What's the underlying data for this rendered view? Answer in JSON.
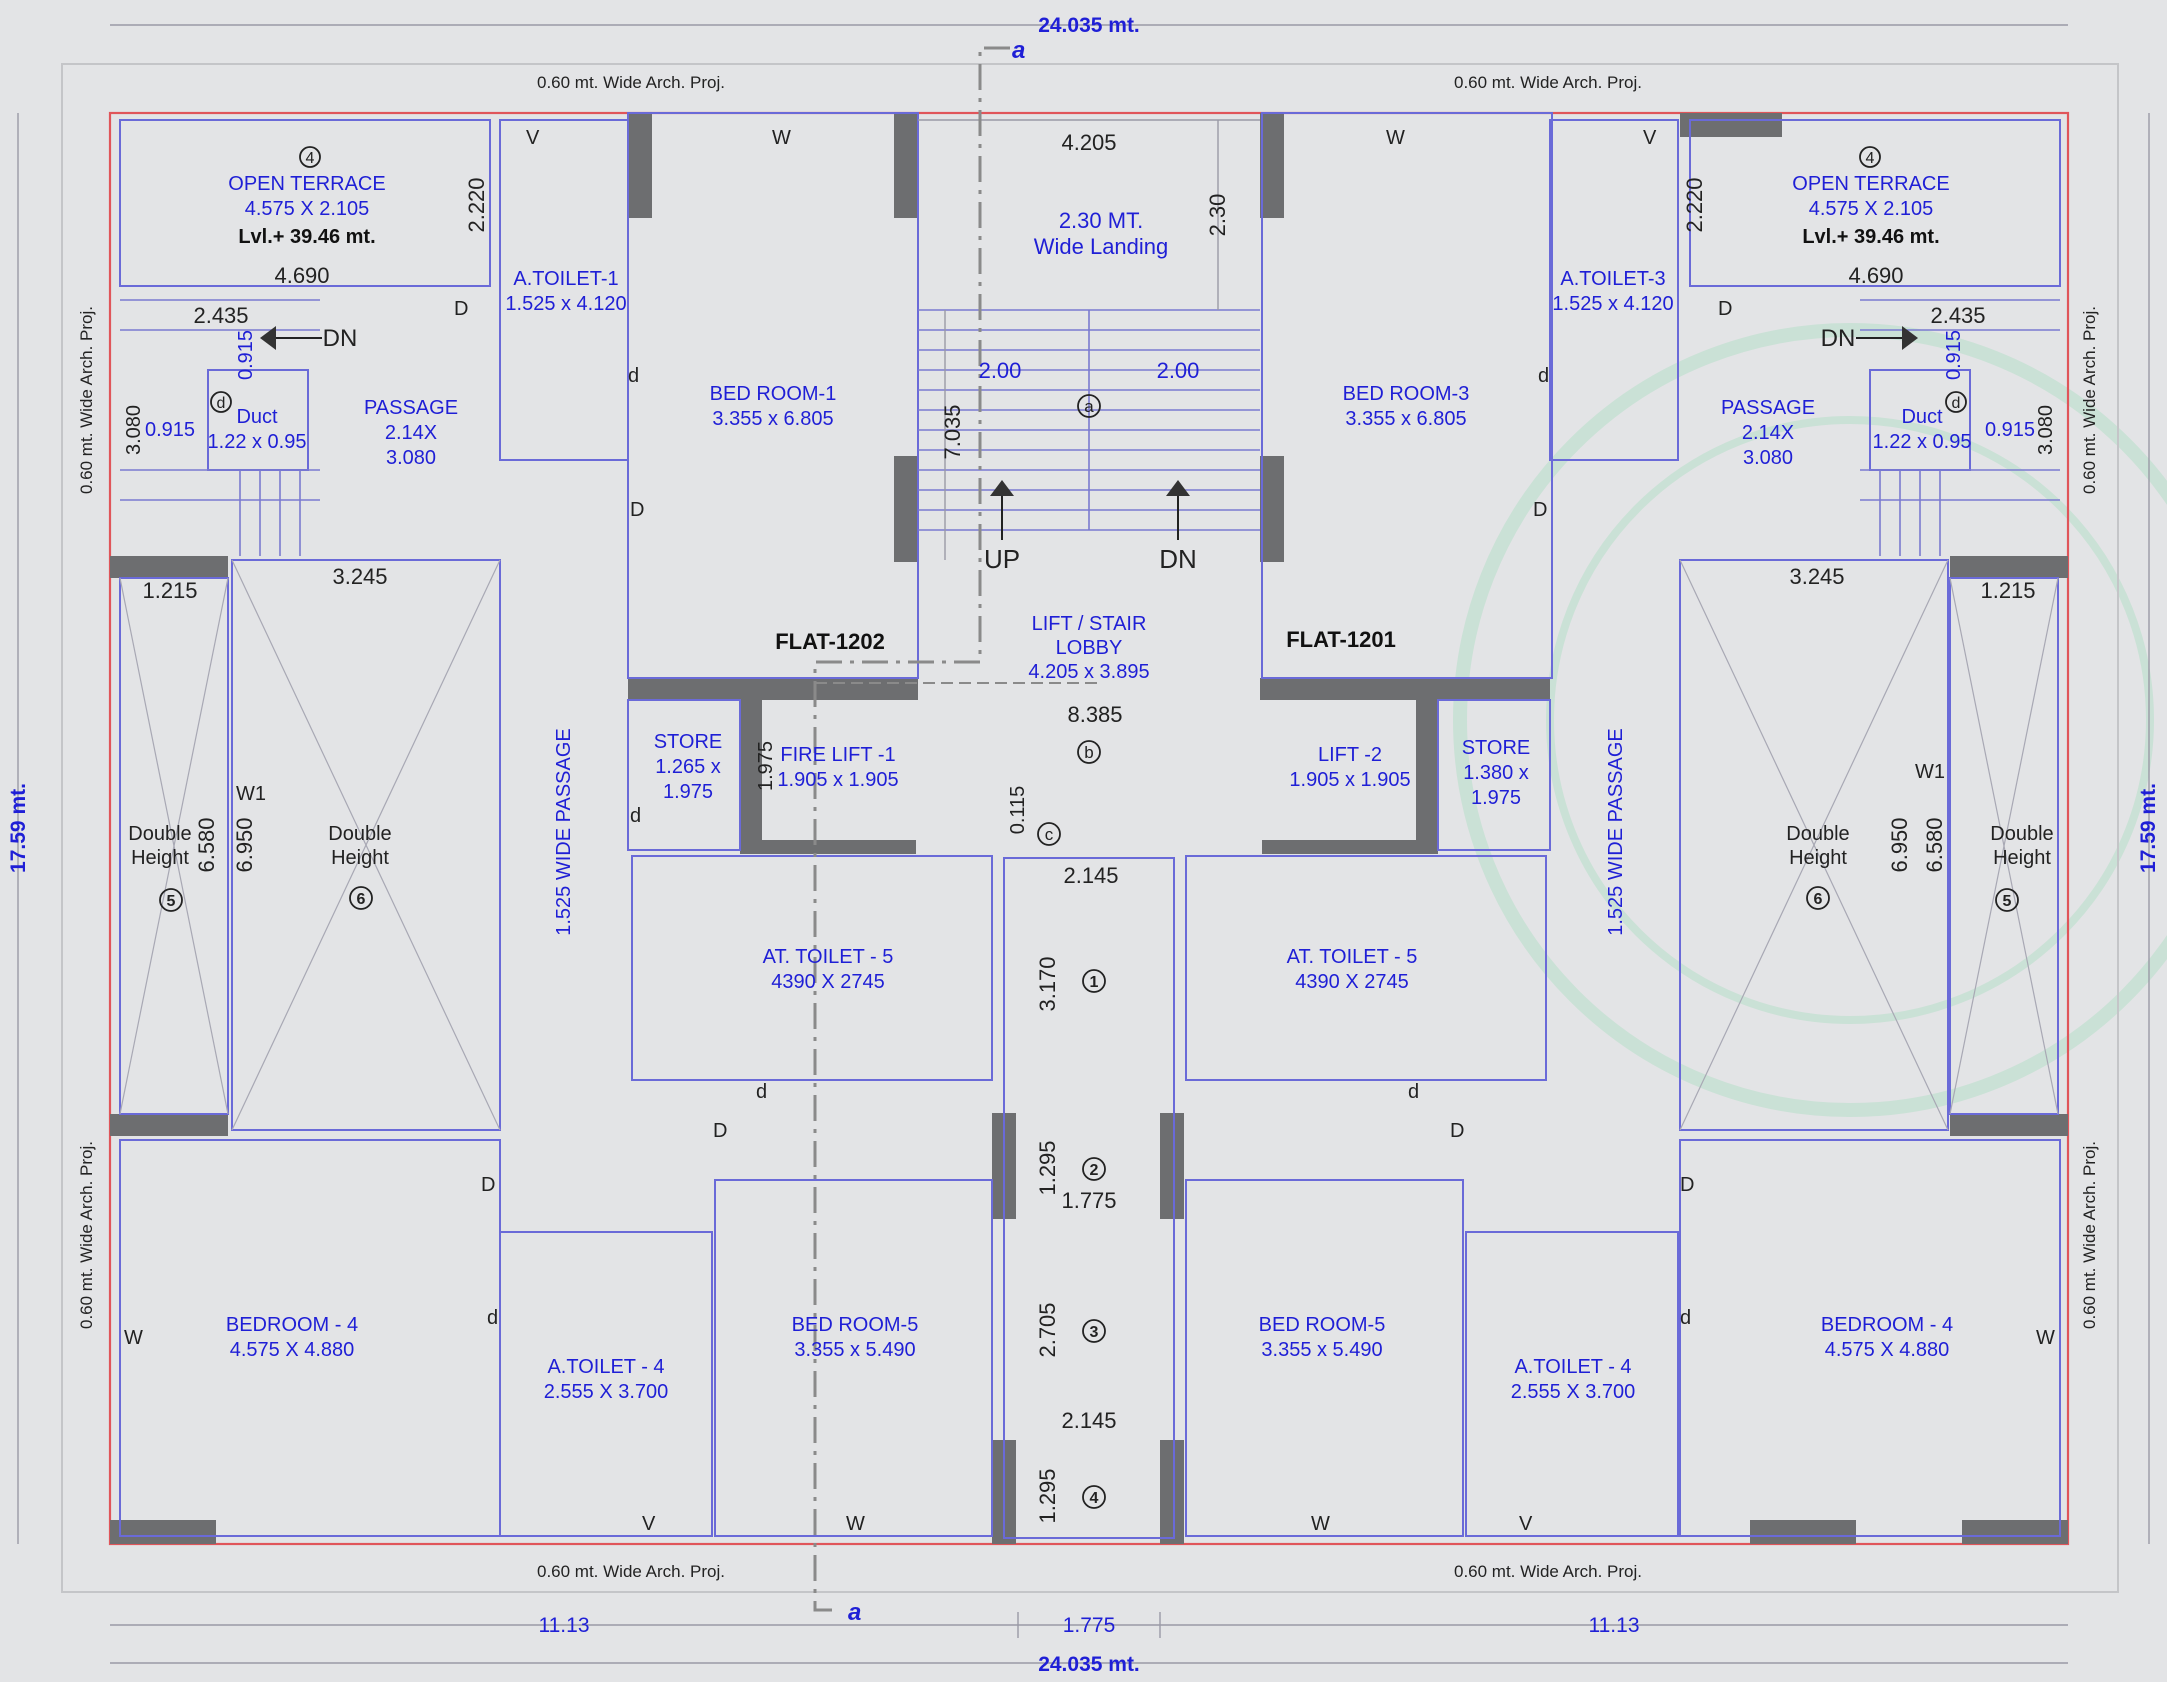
{
  "overall": {
    "top_width": "24.035 mt.",
    "bottom_width": "24.035 mt.",
    "left_height": "17.59 mt.",
    "right_height": "17.59 mt.",
    "bottom_left": "11.13",
    "bottom_mid": "1.775",
    "bottom_right": "11.13",
    "section_label_top": "a",
    "section_label_bottom": "a"
  },
  "projections": {
    "top_left": "0.60 mt. Wide Arch. Proj.",
    "top_right": "0.60 mt. Wide Arch. Proj.",
    "bottom_left": "0.60 mt. Wide Arch. Proj.",
    "bottom_right": "0.60 mt. Wide Arch. Proj.",
    "side_left_upper": "0.60 mt. Wide Arch. Proj.",
    "side_left_lower": "0.60 mt. Wide Arch. Proj.",
    "side_right_upper": "0.60 mt. Wide Arch. Proj.",
    "side_right_lower": "0.60 mt. Wide Arch. Proj."
  },
  "flats": {
    "left": "FLAT-1202",
    "right": "FLAT-1201"
  },
  "terrace": {
    "num": "4",
    "name": "OPEN TERRACE",
    "size": "4.575 X 2.105",
    "level": "Lvl.+ 39.46 mt.",
    "width": "4.690",
    "depth": "2.220"
  },
  "toilet1": {
    "name": "A.TOILET-1",
    "size": "1.525 x 4.120"
  },
  "toilet3": {
    "name": "A.TOILET-3",
    "size": "1.525 x 4.120"
  },
  "bed1": {
    "name": "BED ROOM-1",
    "size": "3.355 x 6.805"
  },
  "bed3": {
    "name": "BED ROOM-3",
    "size": "3.355 x 6.805"
  },
  "landing": {
    "line1": "2.30 MT.",
    "line2": "Wide Landing",
    "width": "4.205",
    "depth": "2.30"
  },
  "stair": {
    "flight": "2.00",
    "length": "7.035",
    "up": "UP",
    "dn": "DN",
    "marker_a": "a"
  },
  "lobby": {
    "line1": "LIFT /  STAIR",
    "line2": "LOBBY",
    "size": "4.205 x 3.895",
    "width": "8.385",
    "marker_b": "b",
    "marker_c": "c",
    "gap": "0.115"
  },
  "firelift": {
    "name": "FIRE LIFT -1",
    "size": "1.905 x 1.905",
    "depth": "1.975"
  },
  "lift2": {
    "name": "LIFT -2",
    "size": "1.905 x 1.905"
  },
  "store_left": {
    "name": "STORE",
    "size1": "1.265 x",
    "size2": "1.975"
  },
  "store_right": {
    "name": "STORE",
    "size1": "1.380 x",
    "size2": "1.975"
  },
  "passage": {
    "name": "PASSAGE",
    "size1": "2.14X",
    "size2": "3.080"
  },
  "duct": {
    "name": "Duct",
    "size": "1.22 x 0.95",
    "d": "d",
    "w1": "0.915",
    "w2": "0.915",
    "h": "3.080",
    "top": "2.435",
    "dn": "DN"
  },
  "wide_passage": "1.525 WIDE PASSAGE",
  "dh": {
    "line1": "Double",
    "line2": "Height",
    "n5": "5",
    "n6": "6",
    "w_small": "1.215",
    "w_big": "3.245",
    "h1": "6.580",
    "h2": "6.950",
    "win": "W1"
  },
  "toilet5": {
    "name": "AT. TOILET - 5",
    "size": "4390 X 2745"
  },
  "core": {
    "w_top": "2.145",
    "h1": "3.170",
    "n1": "1",
    "h2": "1.295",
    "n2": "2",
    "w_mid": "1.775",
    "h3": "2.705",
    "n3": "3",
    "w_bot": "2.145",
    "h4": "1.295",
    "n4": "4"
  },
  "bedroom4": {
    "name": "BEDROOM - 4",
    "size": "4.575 X 4.880"
  },
  "toilet4": {
    "name": "A.TOILET - 4",
    "size": "2.555 X 3.700"
  },
  "bed5": {
    "name": "BED ROOM-5",
    "size": "3.355 x 5.490"
  },
  "openings": {
    "door": "D",
    "door_small": "d",
    "window": "W",
    "vent": "V"
  }
}
